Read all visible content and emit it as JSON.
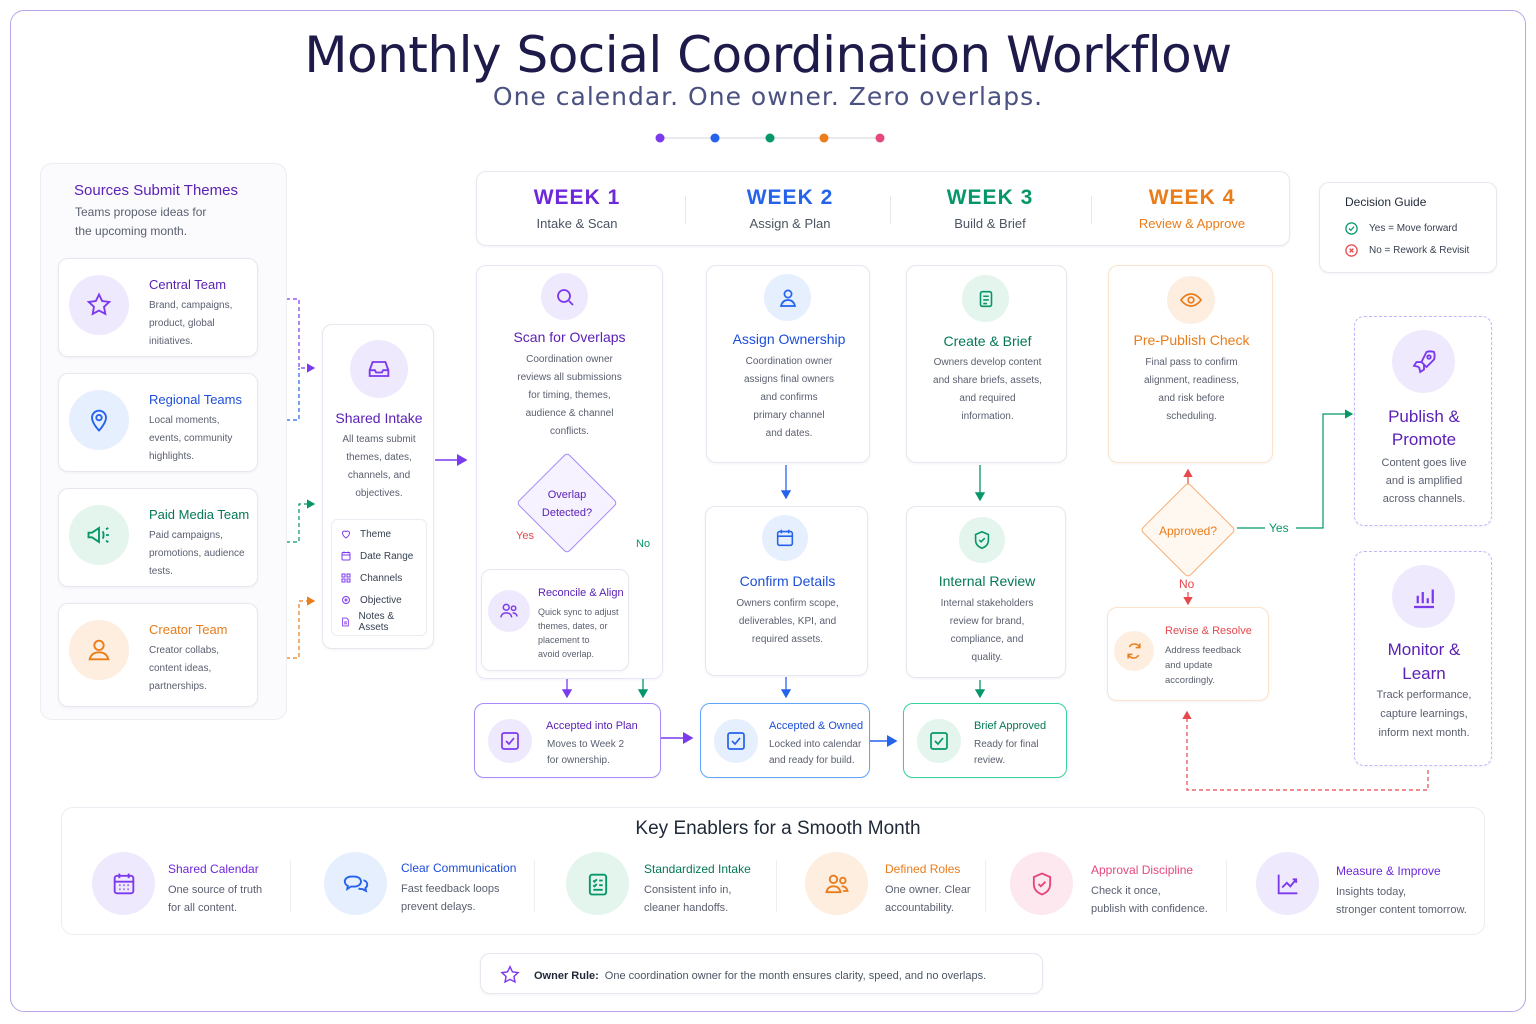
{
  "header": {
    "title": "Monthly Social Coordination Workflow",
    "subtitle": "One calendar. One owner. Zero overlaps."
  },
  "colors": {
    "purple": "#7c3aed",
    "blue": "#2563eb",
    "green": "#059669",
    "orange": "#ea7c1a",
    "pink": "#e5487a"
  },
  "sources": {
    "title": "Sources Submit Themes",
    "desc": [
      "Teams propose ideas for",
      "the upcoming month."
    ],
    "teams": [
      {
        "name": "Central Team",
        "desc": [
          "Brand, campaigns,",
          "product, global",
          "initiatives."
        ],
        "icon": "star-icon"
      },
      {
        "name": "Regional Teams",
        "desc": [
          "Local moments,",
          "events, community",
          "highlights."
        ],
        "icon": "map-pin-icon"
      },
      {
        "name": "Paid Media Team",
        "desc": [
          "Paid campaigns,",
          "promotions, audience",
          "tests."
        ],
        "icon": "megaphone-icon"
      },
      {
        "name": "Creator Team",
        "desc": [
          "Creator collabs,",
          "content ideas,",
          "partnerships."
        ],
        "icon": "person-icon"
      }
    ]
  },
  "intake": {
    "title": "Shared Intake",
    "desc": [
      "All teams submit",
      "themes, dates,",
      "channels, and",
      "objectives."
    ],
    "fields": [
      "Theme",
      "Date Range",
      "Channels",
      "Objective",
      "Notes & Assets"
    ]
  },
  "weeks": [
    {
      "label": "WEEK 1",
      "sub": "Intake & Scan"
    },
    {
      "label": "WEEK 2",
      "sub": "Assign & Plan"
    },
    {
      "label": "WEEK 3",
      "sub": "Build & Brief"
    },
    {
      "label": "WEEK 4",
      "sub": "Review & Approve"
    }
  ],
  "decision_guide": {
    "title": "Decision Guide",
    "yes": "Yes = Move forward",
    "no": "No = Rework & Revisit"
  },
  "week1": {
    "scan": {
      "title": "Scan for Overlaps",
      "desc": [
        "Coordination owner",
        "reviews all submissions",
        "for timing, themes,",
        "audience & channel",
        "conflicts."
      ]
    },
    "decision": [
      "Overlap",
      "Detected?"
    ],
    "yes": "Yes",
    "no": "No",
    "reconcile": {
      "title": "Reconcile & Align",
      "desc": [
        "Quick sync to adjust",
        "themes, dates, or",
        "placement to",
        "avoid overlap."
      ]
    },
    "accepted": {
      "title": "Accepted into Plan",
      "desc": [
        "Moves to Week 2",
        "for ownership."
      ]
    }
  },
  "week2": {
    "assign": {
      "title": "Assign Ownership",
      "desc": [
        "Coordination owner",
        "assigns final owners",
        "and confirms",
        "primary channel",
        "and dates."
      ]
    },
    "confirm": {
      "title": "Confirm Details",
      "desc": [
        "Owners confirm scope,",
        "deliverables, KPI, and",
        "required assets."
      ]
    },
    "accepted": {
      "title": "Accepted & Owned",
      "desc": [
        "Locked into calendar",
        "and ready for build."
      ]
    }
  },
  "week3": {
    "create": {
      "title": "Create & Brief",
      "desc": [
        "Owners develop content",
        "and share briefs, assets,",
        "and required",
        "information."
      ]
    },
    "review": {
      "title": "Internal Review",
      "desc": [
        "Internal stakeholders",
        "review for brand,",
        "compliance, and",
        "quality."
      ]
    },
    "approved": {
      "title": "Brief Approved",
      "desc": [
        "Ready for final",
        "review."
      ]
    }
  },
  "week4": {
    "check": {
      "title": "Pre-Publish Check",
      "desc": [
        "Final pass to confirm",
        "alignment, readiness,",
        "and risk before",
        "scheduling."
      ]
    },
    "decision": "Approved?",
    "yes": "Yes",
    "no": "No",
    "revise": {
      "title": "Revise & Resolve",
      "desc": [
        "Address feedback",
        "and update",
        "accordingly."
      ]
    }
  },
  "publish": {
    "title": [
      "Publish &",
      "Promote"
    ],
    "desc": [
      "Content goes live",
      "and is amplified",
      "across channels."
    ]
  },
  "monitor": {
    "title": [
      "Monitor &",
      "Learn"
    ],
    "desc": [
      "Track performance,",
      "capture learnings,",
      "inform next month."
    ]
  },
  "enablers": {
    "title": "Key Enablers for a Smooth Month",
    "items": [
      {
        "title": "Shared Calendar",
        "desc": [
          "One source of truth",
          "for all content."
        ],
        "icon": "calendar-icon"
      },
      {
        "title": "Clear Communication",
        "desc": [
          "Fast feedback loops",
          "prevent delays."
        ],
        "icon": "chat-icon"
      },
      {
        "title": "Standardized Intake",
        "desc": [
          "Consistent info in,",
          "cleaner handoffs."
        ],
        "icon": "checklist-icon"
      },
      {
        "title": "Defined Roles",
        "desc": [
          "One owner. Clear",
          "accountability."
        ],
        "icon": "people-icon"
      },
      {
        "title": "Approval Discipline",
        "desc": [
          "Check it once,",
          "publish with confidence."
        ],
        "icon": "shield-check-icon"
      },
      {
        "title": "Measure & Improve",
        "desc": [
          "Insights today,",
          "stronger content tomorrow."
        ],
        "icon": "trend-icon"
      }
    ]
  },
  "owner_rule": {
    "label": "Owner Rule:",
    "text": "One coordination owner for the month ensures clarity, speed, and no overlaps."
  }
}
